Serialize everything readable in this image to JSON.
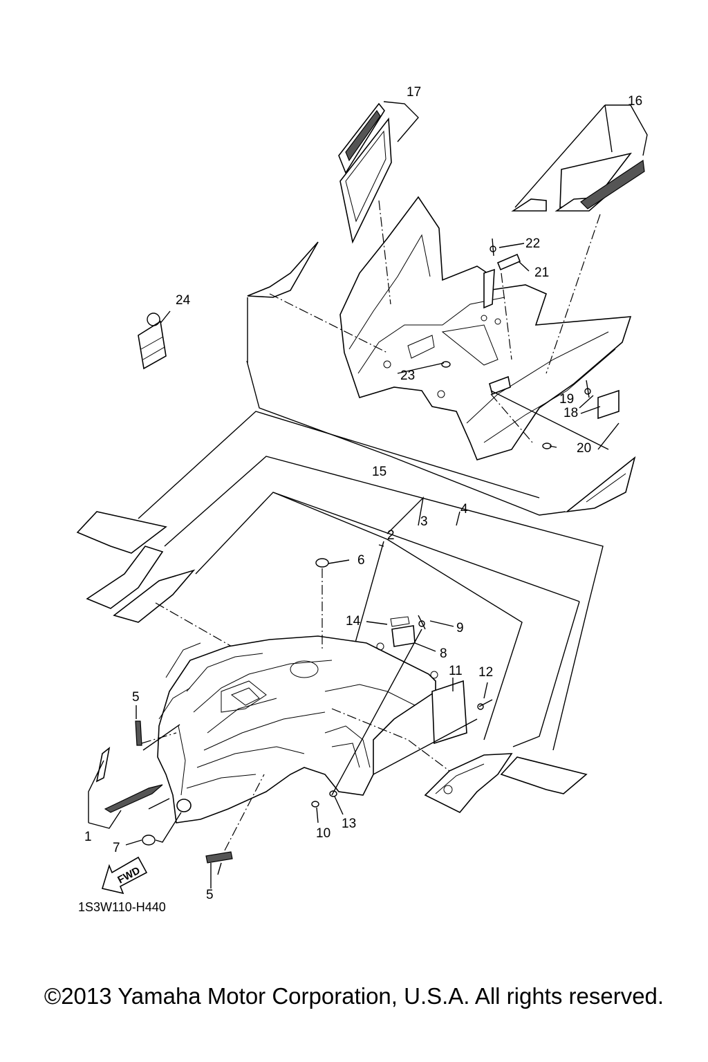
{
  "diagram": {
    "drawing_code": "1S3W110-H440",
    "direction_arrow_label": "FWD",
    "callouts": [
      "1",
      "2",
      "3",
      "4",
      "5",
      "5",
      "6",
      "7",
      "8",
      "9",
      "10",
      "11",
      "12",
      "13",
      "14",
      "15",
      "16",
      "17",
      "18",
      "19",
      "20",
      "21",
      "22",
      "23",
      "24"
    ]
  },
  "footer": {
    "copyright": "©2013 Yamaha Motor Corporation, U.S.A. All rights reserved."
  }
}
